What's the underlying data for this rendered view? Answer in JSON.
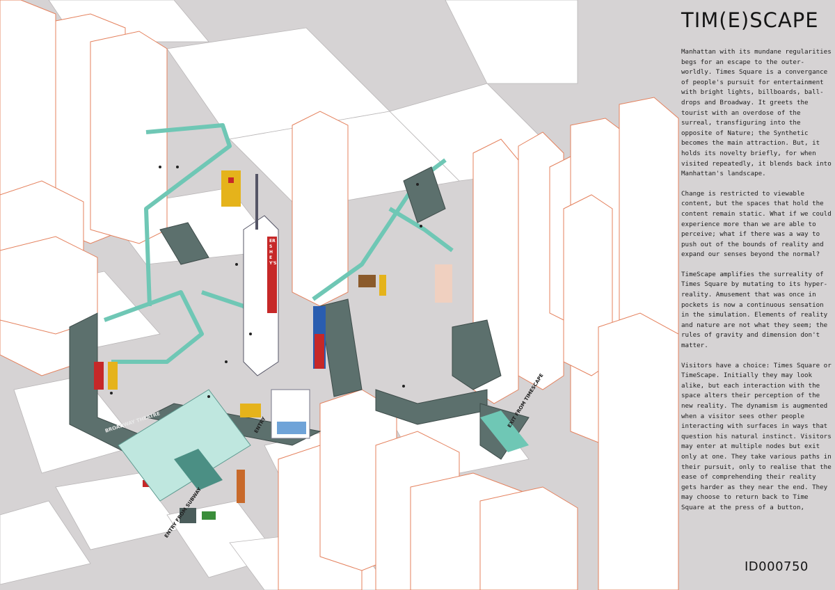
{
  "panel": {
    "title": "TIM(E)SCAPE",
    "paragraphs": [
      "Manhattan with its mundane regularities begs for an escape to the outer-worldly. Times Square is a convergance of people's pursuit for entertainment with bright lights, billboards, ball-drops and Broadway. It greets the tourist with an overdose of the surreal, transfiguring into the opposite of Nature; the Synthetic becomes the main attraction. But, it holds its novelty briefly, for when visited repeatedly, it blends back into Manhattan's landscape.",
      "Change is restricted to viewable content, but the spaces that hold the content remain static. What if we could experience more than we are able to perceive; what if there was a way to push out of the bounds of reality and expand our senses beyond the normal?",
      "TimeScape amplifies the surreality of Times Square by mutating to its hyper- reality. Amusement that was once in pockets is now a continuous sensation in the simulation. Elements of reality and nature are not what they seem; the rules of gravity and dimension don't matter.",
      "Visitors have a choice: Times Square or TimeScape. Initially they may look alike, but each interaction with the space alters their perception of the new reality. The dynamism is augmented when a visitor sees other people interacting with surfaces in ways that question his natural instinct. Visitors may enter at multiple nodes but exit only at one. They take various paths in their pursuit, only to realise that the ease of comprehending their reality gets harder as they near the end. They may choose to return back to Time Square at the press of a button,"
    ],
    "id": "ID000750"
  },
  "drawing": {
    "labels": {
      "exit": "EXIT FROM TIMESCAPE",
      "entry": "ENTRY",
      "subway": "ENTRY FROM SUBWAY",
      "sign_hersheys": "HERSHEY'S",
      "sign_broadway": "BROADWAY THEATRE"
    },
    "colors": {
      "background": "#d6d3d4",
      "road": "#ffffff",
      "building_outline": "#e4805c",
      "building_fill": "#ffffff",
      "structure_teal": "#6fc7b5",
      "structure_dark": "#4b5d5b",
      "billboard_red": "#c62828",
      "billboard_yellow": "#e5b31b",
      "billboard_blue": "#2a5db0"
    }
  }
}
